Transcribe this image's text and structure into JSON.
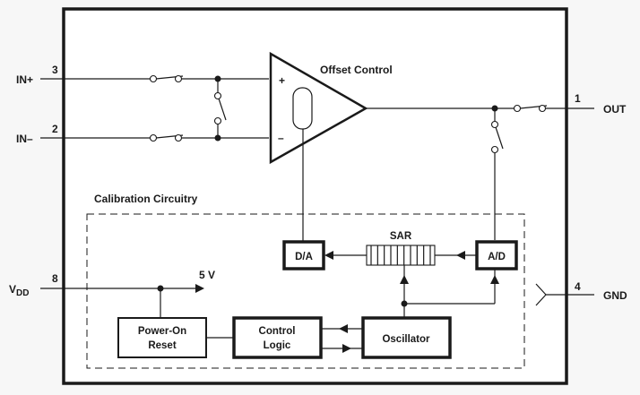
{
  "diagram": {
    "title": "Offset Calibration Block Diagram",
    "pins": {
      "in_plus": {
        "name": "IN+",
        "number": "3"
      },
      "in_minus": {
        "name": "IN–",
        "number": "2"
      },
      "out": {
        "name": "OUT",
        "number": "1"
      },
      "vdd": {
        "name": "V",
        "subscript": "DD",
        "number": "8"
      },
      "gnd": {
        "name": "GND",
        "number": "4"
      }
    },
    "amplifier": {
      "label": "Offset Control",
      "plus_sign": "+",
      "minus_sign": "–"
    },
    "calibration": {
      "label": "Calibration Circuitry",
      "supply_label": "5 V",
      "blocks": {
        "da": "D/A",
        "sar": "SAR",
        "ad": "A/D",
        "power_on_reset": [
          "Power-On",
          "Reset"
        ],
        "control_logic": [
          "Control",
          "Logic"
        ],
        "oscillator": "Oscillator"
      }
    },
    "colors": {
      "line": "#1a1a1a",
      "background": "#ffffff",
      "page": "#f7f7f7"
    }
  }
}
